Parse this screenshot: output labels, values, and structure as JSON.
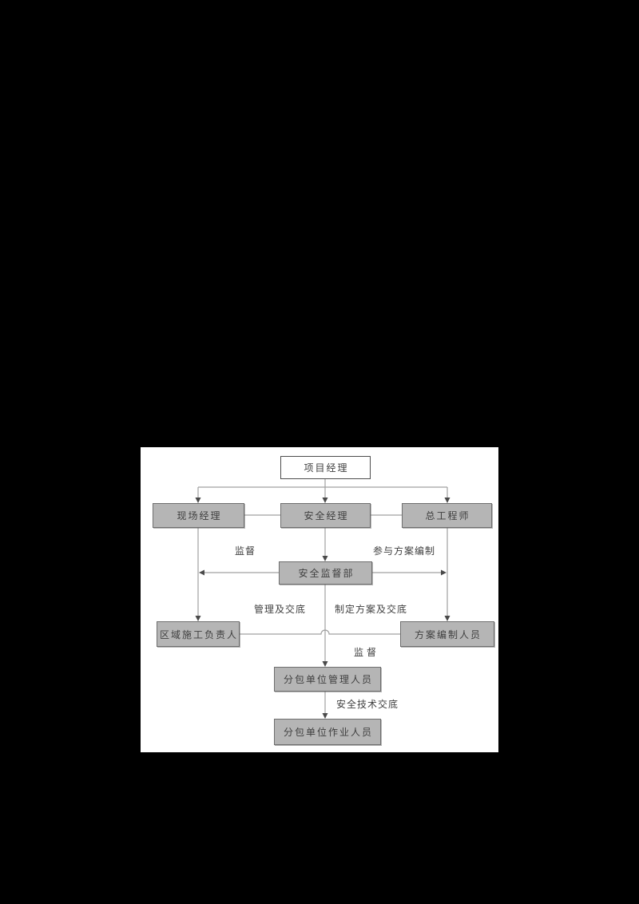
{
  "diagram": {
    "nodes": {
      "project_manager": {
        "label": "项目经理"
      },
      "site_manager": {
        "label": "现场经理"
      },
      "safety_manager": {
        "label": "安全经理"
      },
      "chief_engineer": {
        "label": "总工程师"
      },
      "safety_supervision_dept": {
        "label": "安全监督部"
      },
      "regional_construction_head": {
        "label": "区域施工负责人"
      },
      "plan_preparation_staff": {
        "label": "方案编制人员"
      },
      "subcontractor_managers": {
        "label": "分包单位管理人员"
      },
      "subcontractor_workers": {
        "label": "分包单位作业人员"
      }
    },
    "edge_labels": {
      "supervise_left": "监督",
      "participate_plan": "参与方案编制",
      "manage_disclosure": "管理及交底",
      "plan_disclosure": "制定方案及交底",
      "supervise_center": "监督",
      "safety_tech_disclosure": "安全技术交底"
    },
    "colors": {
      "page_bg": "#000000",
      "canvas_bg": "#ffffff",
      "node_fill": "#b5b5b5",
      "node_border": "#6e6e6e",
      "top_node_fill": "#ffffff",
      "top_node_border": "#4d4d4d",
      "line": "#a0a0a0",
      "arrow": "#4a4a4a",
      "text": "#3f3f3f"
    }
  }
}
